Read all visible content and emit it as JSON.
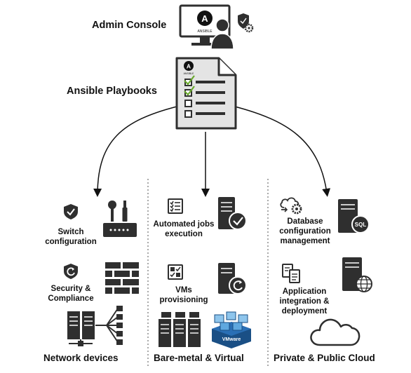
{
  "header": {
    "admin_console": "Admin Console",
    "ansible_playbooks": "Ansible Playbooks",
    "ansible_logo_text": "ANSIBLE",
    "ansible_logo_letter": "A"
  },
  "columns": [
    {
      "title": "Network devices",
      "items": [
        {
          "line1": "Switch",
          "line2": "configuration"
        },
        {
          "line1": "Security &",
          "line2": "Compliance"
        }
      ]
    },
    {
      "title": "Bare-metal & Virtual",
      "items": [
        {
          "line1": "Automated jobs",
          "line2": "execution"
        },
        {
          "line1": "VMs",
          "line2": "provisioning"
        }
      ]
    },
    {
      "title": "Private & Public Cloud",
      "items": [
        {
          "line1": "Database",
          "line2": "configuration",
          "line3": "management"
        },
        {
          "line1": "Application",
          "line2": "integration &",
          "line3": "deployment"
        }
      ]
    }
  ],
  "icon_labels": {
    "sql": "SQL",
    "vmware": "VMware"
  },
  "colors": {
    "icon_dark": "#2f2f2f",
    "doc_fill": "#e4e4e4",
    "check_green": "#6aa82e",
    "vm_blue": "#2a6fb5",
    "vm_light": "#8ec5ec"
  }
}
